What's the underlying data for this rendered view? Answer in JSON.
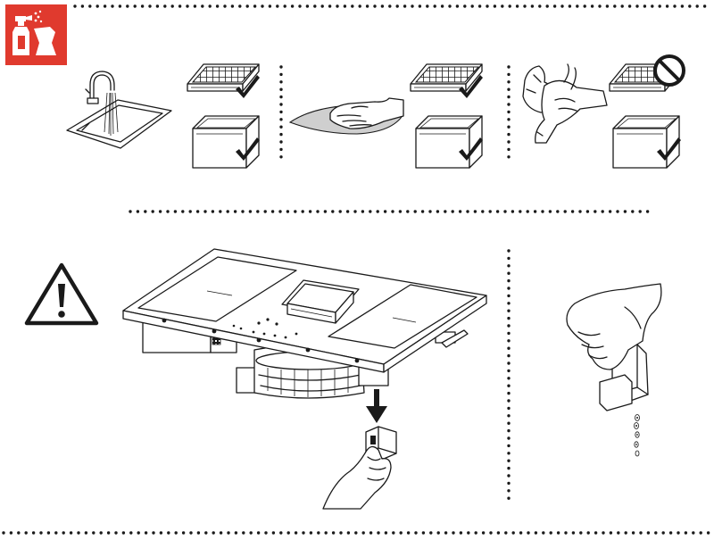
{
  "colors": {
    "badge_red": "#e03a2e",
    "ink": "#1a1a1a",
    "background": "#ffffff",
    "cloth": "#cfcfcf"
  },
  "icons": {
    "badge": "cleaning-spray-icon",
    "allowed": "check-mark-icon",
    "forbidden": "prohibited-icon",
    "warning": "warning-triangle-icon"
  },
  "panels": [
    {
      "method": "hand-wash-in-sink",
      "grease_filter_ok": true,
      "container_ok": true
    },
    {
      "method": "wipe-with-cloth",
      "grease_filter_ok": true,
      "container_ok": true
    },
    {
      "method": "scrub-by-hand",
      "grease_filter_ok": false,
      "container_ok": true
    }
  ]
}
